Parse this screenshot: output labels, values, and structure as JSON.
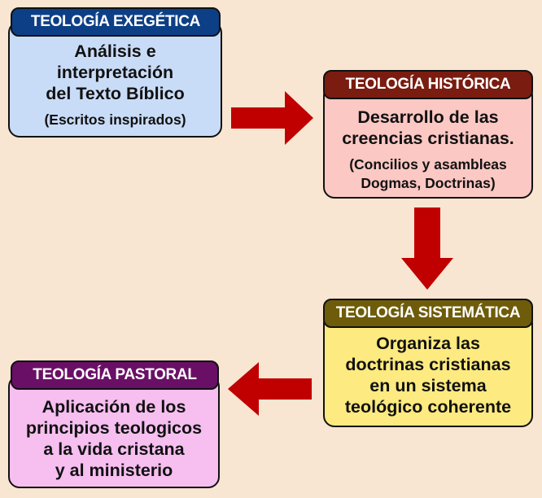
{
  "colors": {
    "background": "#f8e6d2",
    "arrow": "#c00000",
    "exegetica_header": "#0d3f86",
    "exegetica_box": "#c9dcf7",
    "historica_header": "#7a1c10",
    "historica_box": "#fbc8c4",
    "sistematica_header": "#6e5c0a",
    "sistematica_box": "#fdea80",
    "pastoral_header": "#6a0f66",
    "pastoral_box": "#f6bff0"
  },
  "exegetica": {
    "title": "TEOLOGÍA EXEGÉTICA",
    "main_lines": [
      "Análisis e",
      "interpretación",
      "del Texto Bíblico"
    ],
    "sub_lines": [
      "(Escritos inspirados)"
    ]
  },
  "historica": {
    "title": "TEOLOGÍA HISTÓRICA",
    "main_lines": [
      "Desarrollo de las",
      "creencias cristianas."
    ],
    "sub_lines": [
      "(Concilios y asambleas",
      "Dogmas, Doctrinas)"
    ]
  },
  "sistematica": {
    "title": "TEOLOGÍA SISTEMÁTICA",
    "main_lines": [
      "Organiza las",
      "doctrinas cristianas",
      "en un sistema",
      "teológico coherente"
    ]
  },
  "pastoral": {
    "title": "TEOLOGÍA PASTORAL",
    "main_lines": [
      "Aplicación de los",
      "principios teologicos",
      "a la vida cristana",
      "y al ministerio"
    ]
  },
  "arrows": [
    {
      "from": "exegetica",
      "to": "historica",
      "direction": "right"
    },
    {
      "from": "historica",
      "to": "sistematica",
      "direction": "down"
    },
    {
      "from": "sistematica",
      "to": "pastoral",
      "direction": "left"
    }
  ]
}
